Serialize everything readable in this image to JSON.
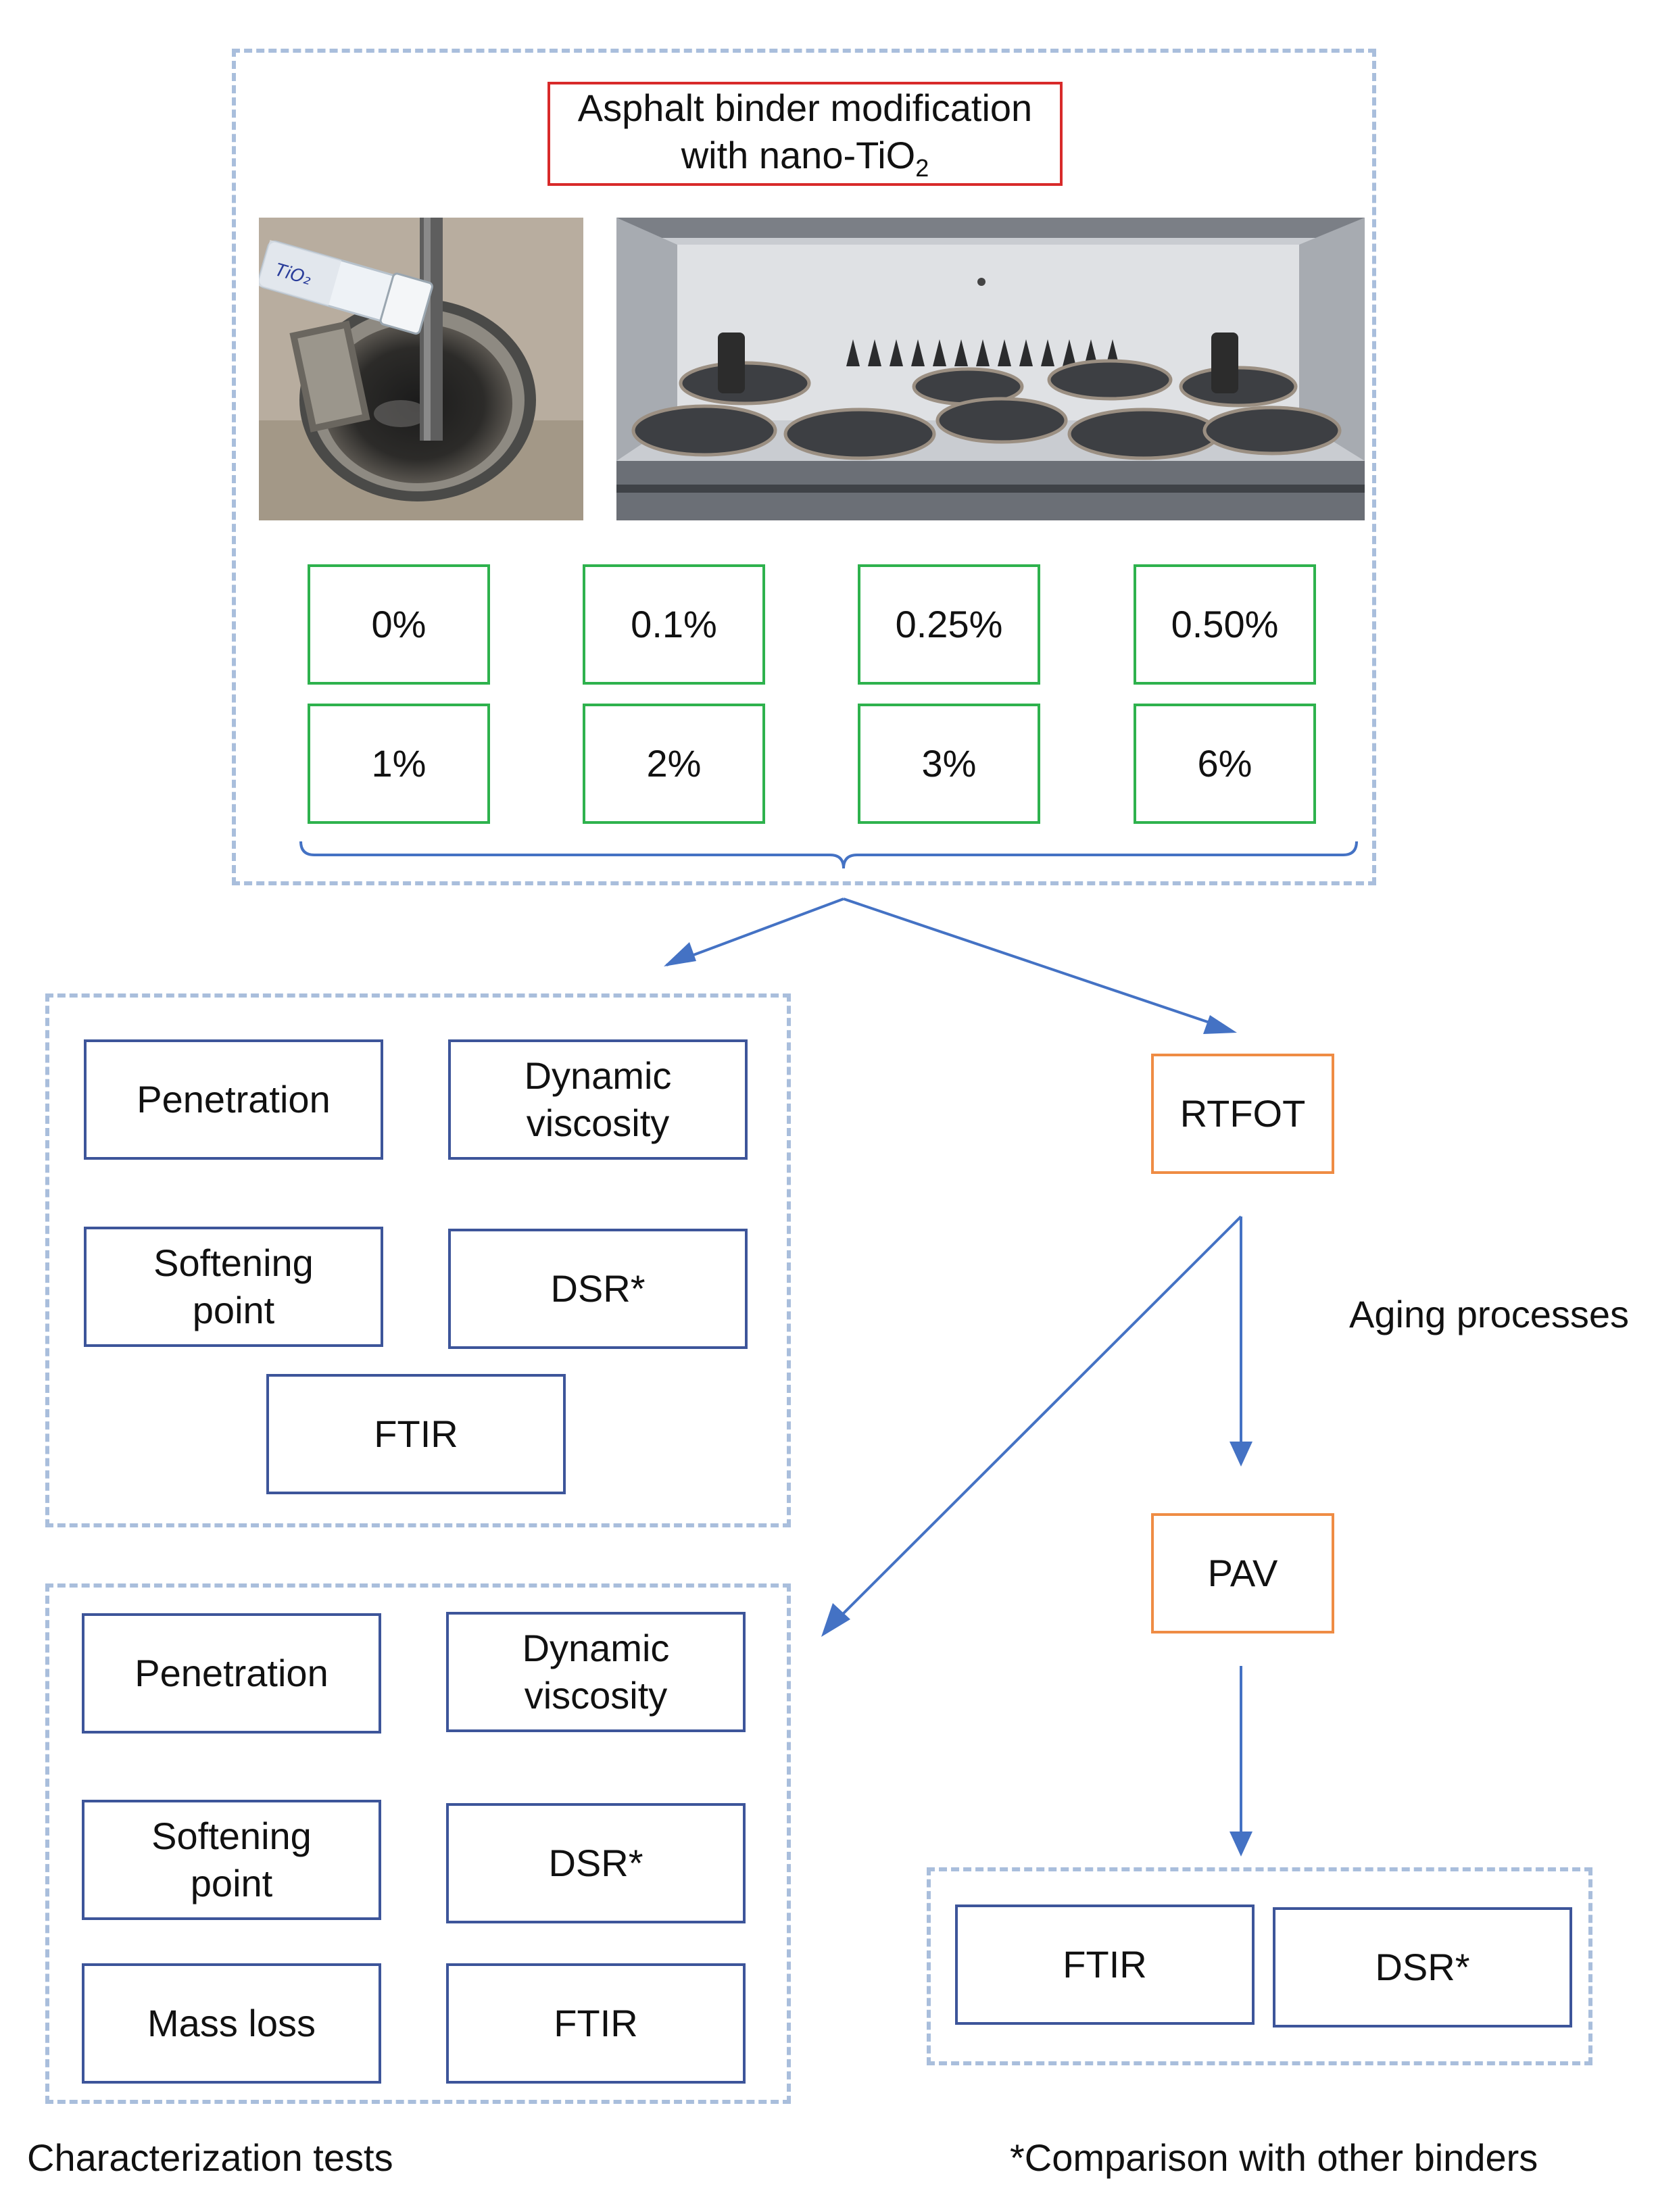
{
  "top": {
    "title_line1": "Asphalt binder modification",
    "title_line2_prefix": "with nano-TiO",
    "title_line2_sub": "2",
    "photo_label": "TiO₂",
    "concentrations": [
      "0%",
      "0.1%",
      "0.25%",
      "0.50%",
      "1%",
      "2%",
      "3%",
      "6%"
    ]
  },
  "unaged_tests": {
    "penetration": "Penetration",
    "dynamic_viscosity": [
      "Dynamic",
      "viscosity"
    ],
    "softening_point": [
      "Softening",
      "point"
    ],
    "dsr": "DSR*",
    "ftir": "FTIR"
  },
  "aged_tests": {
    "penetration": "Penetration",
    "dynamic_viscosity": [
      "Dynamic",
      "viscosity"
    ],
    "softening_point": [
      "Softening",
      "point"
    ],
    "dsr": "DSR*",
    "mass_loss": "Mass loss",
    "ftir": "FTIR"
  },
  "aging": {
    "rtfot": "RTFOT",
    "pav": "PAV",
    "label": "Aging processes"
  },
  "pav_tests": {
    "ftir": "FTIR",
    "dsr": "DSR*"
  },
  "footer": {
    "characterization": "Characterization tests",
    "comparison": "*Comparison with other binders"
  },
  "colors": {
    "dashed_border": "#a9bedc",
    "test_box_border": "#3d559a",
    "concentration_border": "#2eb24d",
    "aging_border": "#ef8c44",
    "title_border": "#d82a2a",
    "arrow": "#4472c4"
  }
}
